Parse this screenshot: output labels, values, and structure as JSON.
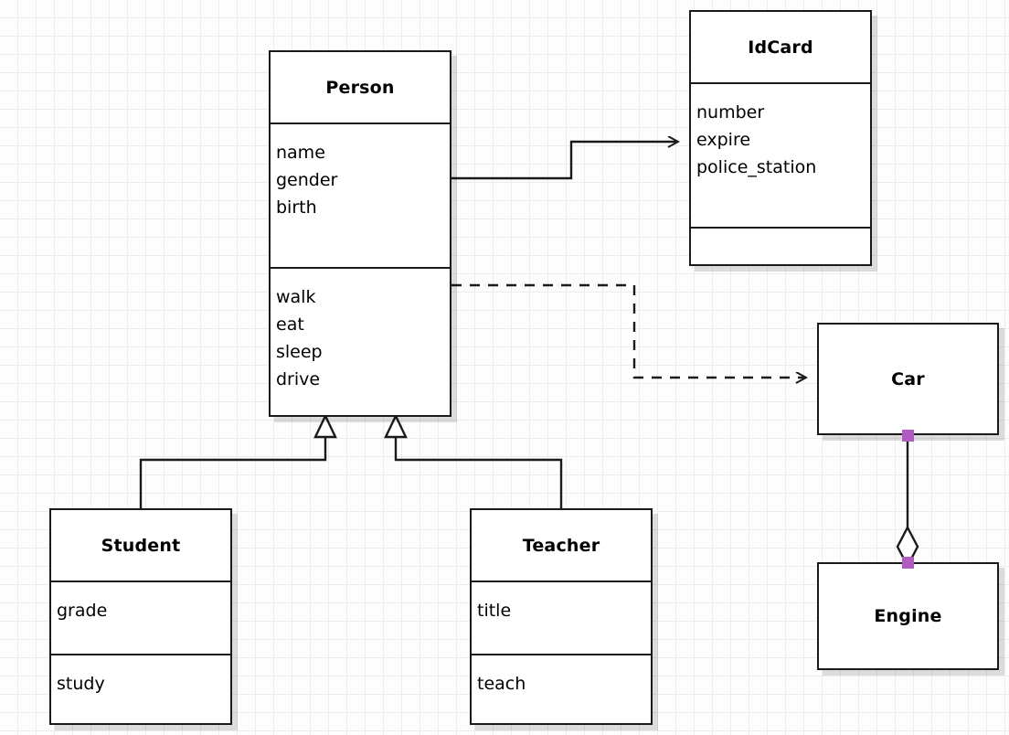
{
  "diagram": {
    "kind": "uml-class-diagram",
    "background": "#fdfdfd",
    "grid_color": "#ececec",
    "line_color": "#1a1a1a",
    "handle_color": "#b05bc0"
  },
  "classes": {
    "person": {
      "name": "Person",
      "attributes": [
        "name",
        "gender",
        "birth"
      ],
      "operations": [
        "walk",
        "eat",
        "sleep",
        "drive"
      ]
    },
    "idcard": {
      "name": "IdCard",
      "attributes": [
        "number",
        "expire",
        "police_station"
      ],
      "operations": []
    },
    "student": {
      "name": "Student",
      "attributes": [
        "grade"
      ],
      "operations": [
        "study"
      ]
    },
    "teacher": {
      "name": "Teacher",
      "attributes": [
        "title"
      ],
      "operations": [
        "teach"
      ]
    },
    "car": {
      "name": "Car"
    },
    "engine": {
      "name": "Engine"
    }
  },
  "relationships": [
    {
      "id": "person-idcard",
      "type": "association",
      "from": "Person",
      "to": "IdCard",
      "line": "solid",
      "arrow": "open"
    },
    {
      "id": "person-car",
      "type": "dependency",
      "from": "Person",
      "to": "Car",
      "line": "dashed",
      "arrow": "open"
    },
    {
      "id": "student-person",
      "type": "generalization",
      "from": "Student",
      "to": "Person",
      "line": "solid",
      "arrow": "hollow-triangle"
    },
    {
      "id": "teacher-person",
      "type": "generalization",
      "from": "Teacher",
      "to": "Person",
      "line": "solid",
      "arrow": "hollow-triangle"
    },
    {
      "id": "car-engine",
      "type": "aggregation",
      "from": "Car",
      "to": "Engine",
      "line": "solid",
      "arrow": "hollow-diamond"
    }
  ]
}
